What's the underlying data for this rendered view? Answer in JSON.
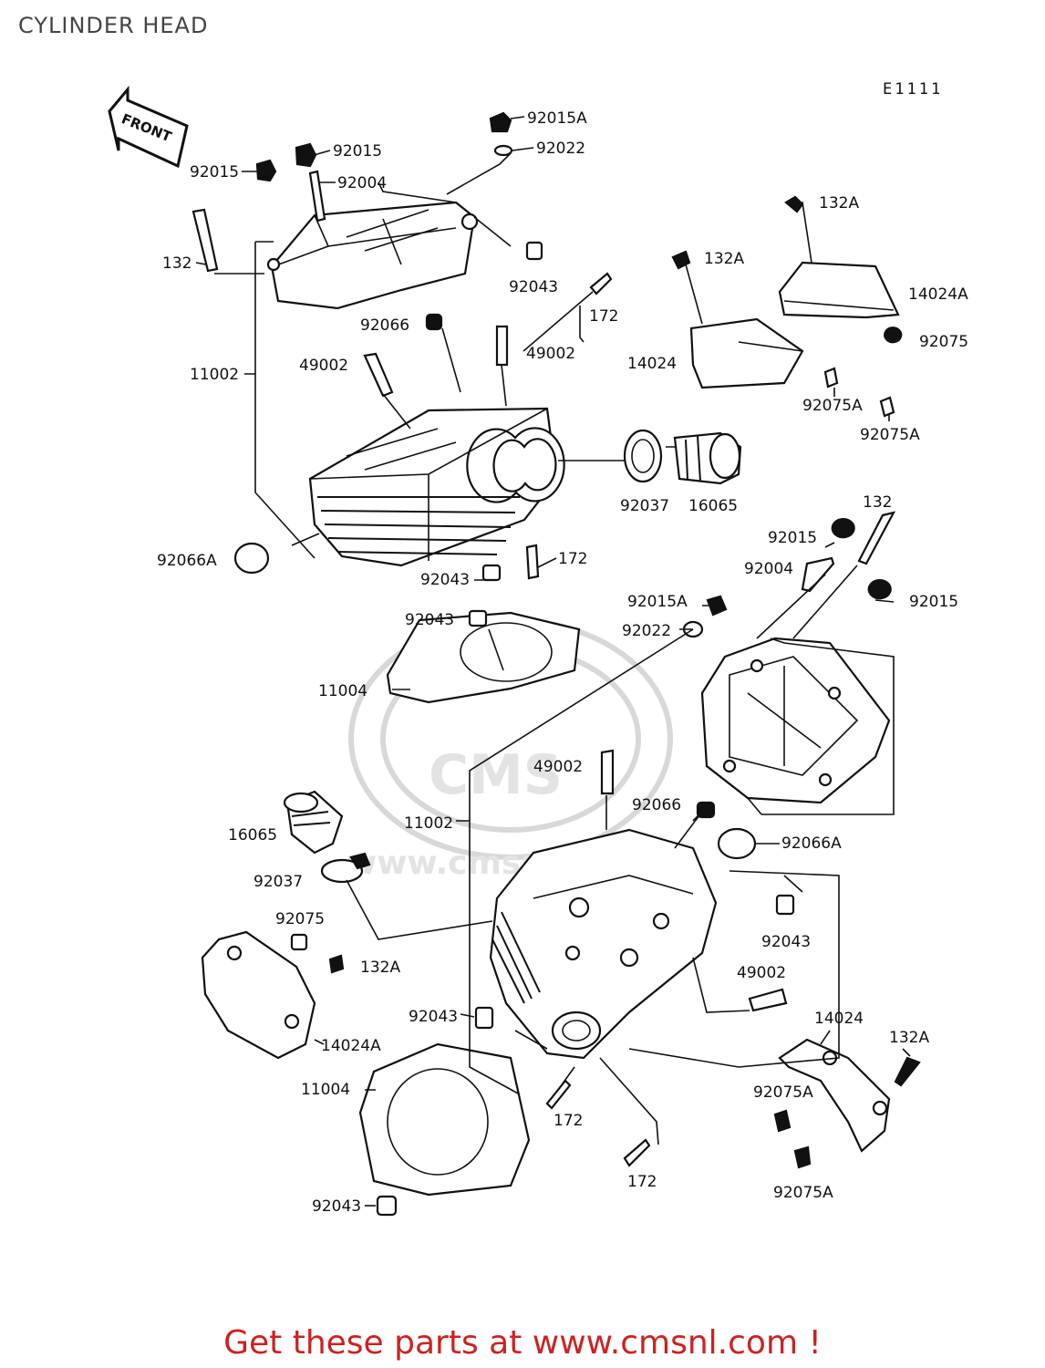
{
  "title": "CYLINDER HEAD",
  "diagram_code": "E1111",
  "front_label": "FRONT",
  "watermark": "www.cmsnl.com",
  "footer": "Get these parts at www.cmsnl.com !",
  "labels": {
    "l01": "92015A",
    "l02": "92022",
    "l03": "92015",
    "l04": "92015",
    "l05": "92004",
    "l06": "132",
    "l07": "92043",
    "l08": "172",
    "l09": "92066",
    "l10": "11002",
    "l11": "49002",
    "l12": "49002",
    "l13": "132A",
    "l14": "132A",
    "l15": "14024A",
    "l16": "92075",
    "l17": "14024",
    "l18": "92075A",
    "l19": "92075A",
    "l20": "92037",
    "l21": "16065",
    "l22": "92066A",
    "l23": "172",
    "l24": "92043",
    "l25": "92043",
    "l26": "11004",
    "l27": "132",
    "l28": "92015",
    "l29": "92004",
    "l30": "92015A",
    "l31": "92015",
    "l32": "92022",
    "l33": "49002",
    "l34": "11002",
    "l35": "92066",
    "l36": "16065",
    "l37": "92066A",
    "l38": "92037",
    "l39": "92075",
    "l40": "92043",
    "l41": "132A",
    "l42": "49002",
    "l43": "14024A",
    "l44": "92043",
    "l45": "14024",
    "l46": "132A",
    "l47": "11004",
    "l48": "92075A",
    "l49": "172",
    "l50": "172",
    "l51": "92075A",
    "l52": "92043"
  }
}
